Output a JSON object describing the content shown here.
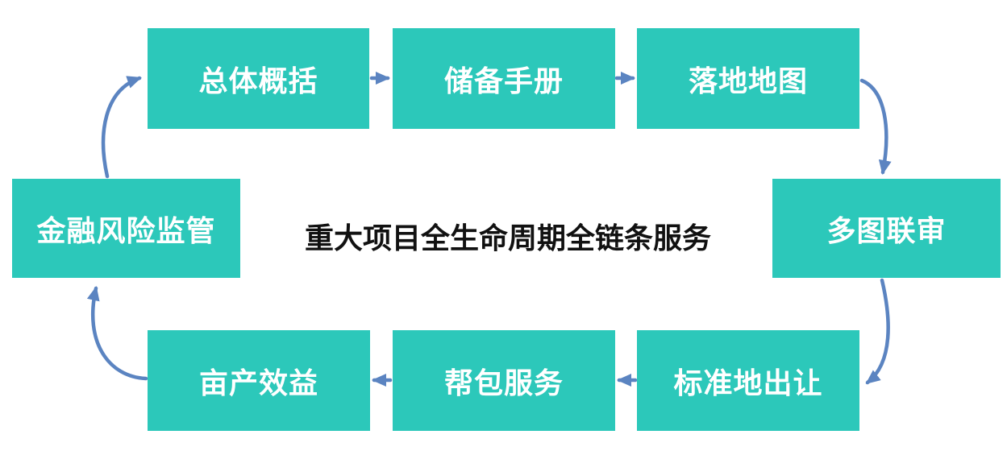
{
  "diagram": {
    "center_title": "重大项目全生命周期全链条服务",
    "nodes": [
      {
        "id": "overall-summary",
        "label": "总体概括"
      },
      {
        "id": "reserve-manual",
        "label": "储备手册"
      },
      {
        "id": "landing-map",
        "label": "落地地图"
      },
      {
        "id": "multi-map-review",
        "label": "多图联审"
      },
      {
        "id": "standard-land-transfer",
        "label": "标准地出让"
      },
      {
        "id": "help-package-service",
        "label": "帮包服务"
      },
      {
        "id": "per-mu-yield",
        "label": "亩产效益"
      },
      {
        "id": "financial-risk-supervision",
        "label": "金融风险监管"
      }
    ],
    "flow_order": [
      "overall-summary",
      "reserve-manual",
      "landing-map",
      "multi-map-review",
      "standard-land-transfer",
      "help-package-service",
      "per-mu-yield",
      "financial-risk-supervision"
    ],
    "colors": {
      "box": "#2cc8ba",
      "box-text": "#ffffff",
      "arrow": "#5b84c1",
      "title": "#111111"
    }
  }
}
